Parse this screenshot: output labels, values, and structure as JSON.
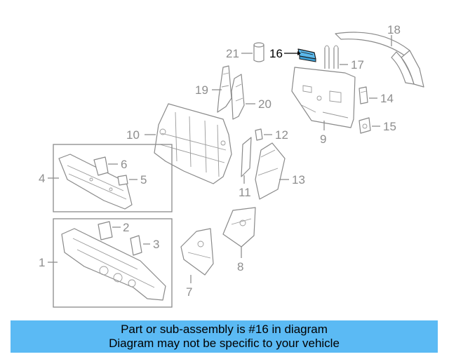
{
  "diagram": {
    "callouts": {
      "c1": "1",
      "c2": "2",
      "c3": "3",
      "c4": "4",
      "c5": "5",
      "c6": "6",
      "c7": "7",
      "c8": "8",
      "c9": "9",
      "c10": "10",
      "c11": "11",
      "c12": "12",
      "c13": "13",
      "c14": "14",
      "c15": "15",
      "c16": "16",
      "c17": "17",
      "c18": "18",
      "c19": "19",
      "c20": "20",
      "c21": "21"
    },
    "highlighted_part": "16",
    "highlight_color": "#5bb8eb"
  },
  "banner": {
    "line1": "Part or sub-assembly is #16 in diagram",
    "line2": "Diagram may not be specific to your vehicle",
    "background": "#5bbaf4"
  }
}
